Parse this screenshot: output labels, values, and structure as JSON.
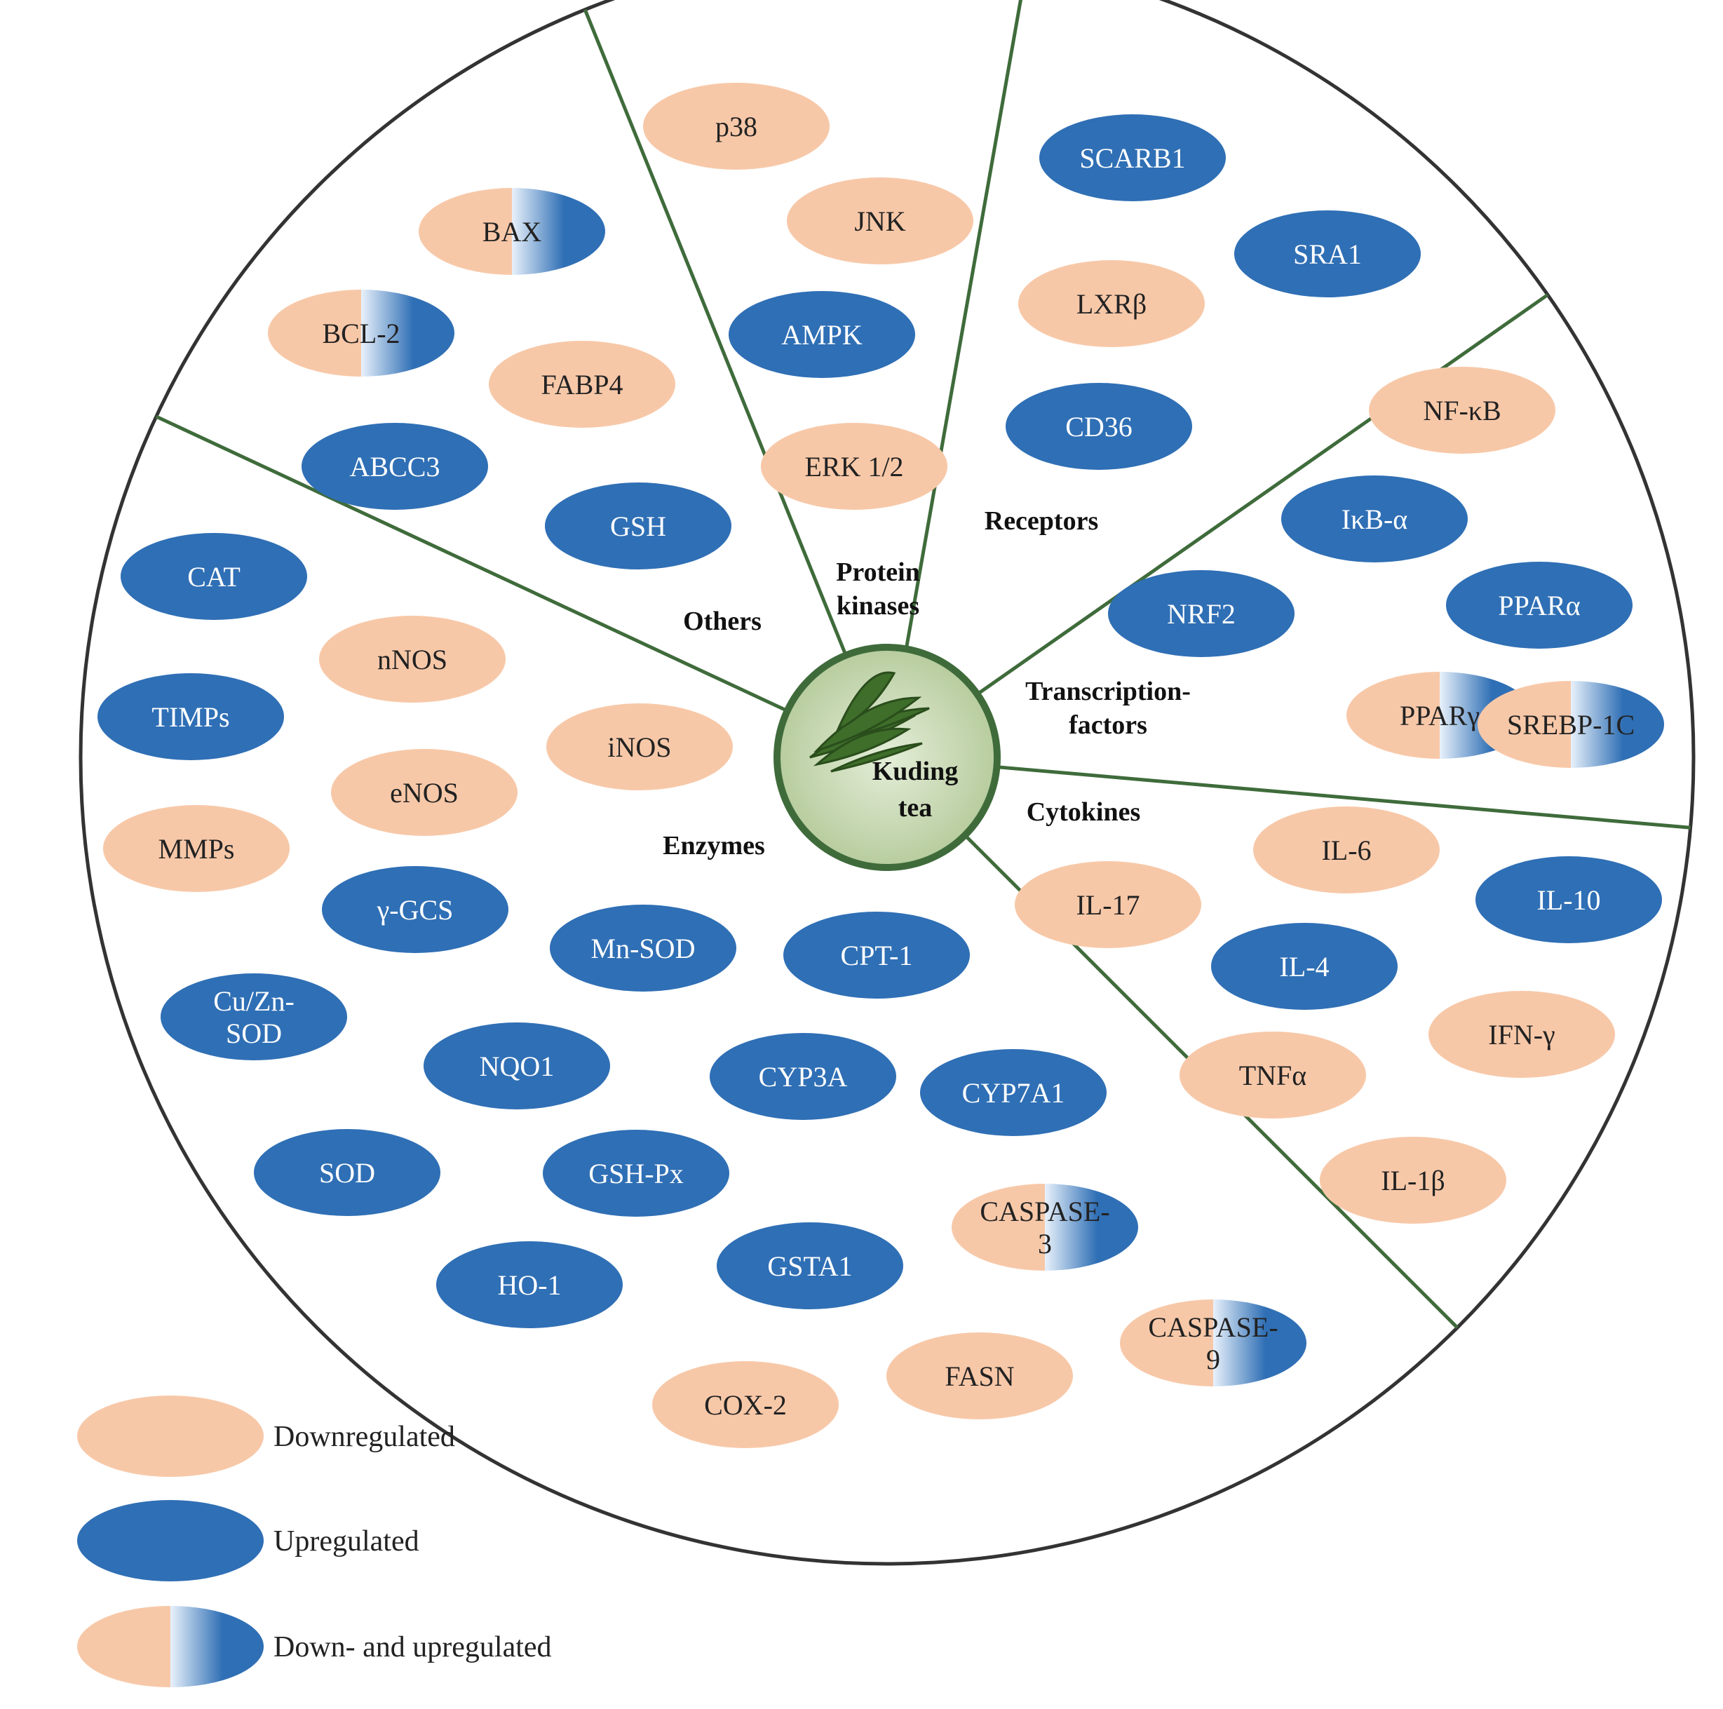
{
  "colors": {
    "down": "#f7c8a8",
    "up": "#2f6fb5",
    "up_light": "#e8f1fb",
    "divider": "#3f6b3b",
    "outline": "#333333",
    "center_fill": "#c9d9b4",
    "center_ring": "#3f6b3b",
    "text_on_up": "#ffffff",
    "text_on_down": "#222222"
  },
  "center": {
    "line1": "Kuding",
    "line2": "tea"
  },
  "sectors": [
    {
      "id": "others",
      "label": [
        "Others"
      ]
    },
    {
      "id": "protein-kinases",
      "label": [
        "Protein",
        "kinases"
      ]
    },
    {
      "id": "receptors",
      "label": [
        "Receptors"
      ]
    },
    {
      "id": "transcription-factors",
      "label": [
        "Transcription-",
        "factors"
      ]
    },
    {
      "id": "cytokines",
      "label": [
        "Cytokines"
      ]
    },
    {
      "id": "enzymes",
      "label": [
        "Enzymes"
      ]
    }
  ],
  "nodes": [
    {
      "label": "BAX",
      "type": "both",
      "sector": "others"
    },
    {
      "label": "BCL-2",
      "type": "both",
      "sector": "others"
    },
    {
      "label": "FABP4",
      "type": "down",
      "sector": "others"
    },
    {
      "label": "ABCC3",
      "type": "up",
      "sector": "others"
    },
    {
      "label": "GSH",
      "type": "up",
      "sector": "others"
    },
    {
      "label": "p38",
      "type": "down",
      "sector": "protein-kinases"
    },
    {
      "label": "JNK",
      "type": "down",
      "sector": "protein-kinases"
    },
    {
      "label": "AMPK",
      "type": "up",
      "sector": "protein-kinases"
    },
    {
      "label": "ERK 1/2",
      "type": "down",
      "sector": "protein-kinases"
    },
    {
      "label": "SCARB1",
      "type": "up",
      "sector": "receptors"
    },
    {
      "label": "SRA1",
      "type": "up",
      "sector": "receptors"
    },
    {
      "label": "LXRβ",
      "type": "down",
      "sector": "receptors"
    },
    {
      "label": "CD36",
      "type": "up",
      "sector": "receptors"
    },
    {
      "label": "NF-κB",
      "type": "down",
      "sector": "transcription-factors"
    },
    {
      "label": "IκB-α",
      "type": "up",
      "sector": "transcription-factors"
    },
    {
      "label": "NRF2",
      "type": "up",
      "sector": "transcription-factors"
    },
    {
      "label": "PPARα",
      "type": "up",
      "sector": "transcription-factors"
    },
    {
      "label": "PPARγ",
      "type": "both",
      "sector": "transcription-factors"
    },
    {
      "label": "SREBP-1C",
      "type": "both",
      "sector": "transcription-factors"
    },
    {
      "label": "IL-6",
      "type": "down",
      "sector": "cytokines"
    },
    {
      "label": "IL-10",
      "type": "up",
      "sector": "cytokines"
    },
    {
      "label": "IL-17",
      "type": "down",
      "sector": "cytokines"
    },
    {
      "label": "IL-4",
      "type": "up",
      "sector": "cytokines"
    },
    {
      "label": "IFN-γ",
      "type": "down",
      "sector": "cytokines"
    },
    {
      "label": "TNFα",
      "type": "down",
      "sector": "cytokines"
    },
    {
      "label": "IL-1β",
      "type": "down",
      "sector": "cytokines"
    },
    {
      "label": "CAT",
      "type": "up",
      "sector": "enzymes"
    },
    {
      "label": "nNOS",
      "type": "down",
      "sector": "enzymes"
    },
    {
      "label": "TIMPs",
      "type": "up",
      "sector": "enzymes"
    },
    {
      "label": "iNOS",
      "type": "down",
      "sector": "enzymes"
    },
    {
      "label": "eNOS",
      "type": "down",
      "sector": "enzymes"
    },
    {
      "label": "MMPs",
      "type": "down",
      "sector": "enzymes"
    },
    {
      "label": "γ-GCS",
      "type": "up",
      "sector": "enzymes"
    },
    {
      "label": "Mn-SOD",
      "type": "up",
      "sector": "enzymes"
    },
    {
      "label": "CPT-1",
      "type": "up",
      "sector": "enzymes"
    },
    {
      "label": "Cu/Zn-\nSOD",
      "type": "up",
      "sector": "enzymes"
    },
    {
      "label": "NQO1",
      "type": "up",
      "sector": "enzymes"
    },
    {
      "label": "CYP3A",
      "type": "up",
      "sector": "enzymes"
    },
    {
      "label": "CYP7A1",
      "type": "up",
      "sector": "enzymes"
    },
    {
      "label": "SOD",
      "type": "up",
      "sector": "enzymes"
    },
    {
      "label": "GSH-Px",
      "type": "up",
      "sector": "enzymes"
    },
    {
      "label": "CASPASE-\n3",
      "type": "both",
      "sector": "enzymes"
    },
    {
      "label": "HO-1",
      "type": "up",
      "sector": "enzymes"
    },
    {
      "label": "GSTA1",
      "type": "up",
      "sector": "enzymes"
    },
    {
      "label": "CASPASE-\n9",
      "type": "both",
      "sector": "enzymes"
    },
    {
      "label": "FASN",
      "type": "down",
      "sector": "enzymes"
    },
    {
      "label": "COX-2",
      "type": "down",
      "sector": "enzymes"
    }
  ],
  "legend": [
    {
      "type": "down",
      "label": "Downregulated"
    },
    {
      "type": "up",
      "label": "Upregulated"
    },
    {
      "type": "both",
      "label": "Down- and upregulated"
    }
  ]
}
